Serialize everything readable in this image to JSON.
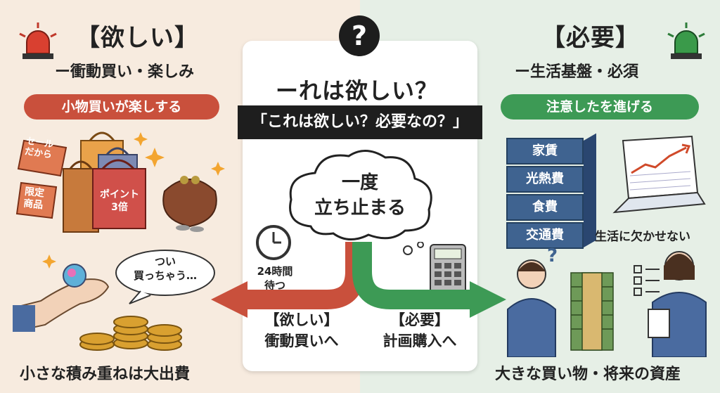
{
  "question_mark": "?",
  "left": {
    "title": "【欲しい】",
    "subtitle": "ー衝動買い・楽しみ",
    "pill": "小物買いが楽しする",
    "tag_sale": "セール\nだから",
    "tag_limited": "限定\n商品",
    "tag_points": "ポイント\n3倍",
    "speech": "つい\n買っちゃう…",
    "bottom": "小さな積み重ねは大出費",
    "colors": {
      "pill": "#c9503c",
      "siren": "#c0392b"
    }
  },
  "center": {
    "question": "ーれは欲しい？",
    "banner": "「これは欲しい？必要なの？」",
    "cloud": "一度\n立ち止まる",
    "clock_label": "24時間\n待つ",
    "left_path": "【欲しい】\n衝動買いへ",
    "right_path": "【必要】\n計画購入へ",
    "colors": {
      "left_arrow": "#c9503c",
      "right_arrow": "#3d9a55"
    }
  },
  "right": {
    "title": "【必要】",
    "subtitle": "ー生活基盤・必須",
    "pill": "注意したを進げる",
    "stack": [
      "家賃",
      "光熱費",
      "食費",
      "交通費"
    ],
    "life_label": "生活に欠かせない",
    "bottom": "大きな買い物・将来の資産",
    "colors": {
      "pill": "#3d9a55",
      "siren": "#2e7d3a",
      "stack": "#3f6390"
    }
  }
}
